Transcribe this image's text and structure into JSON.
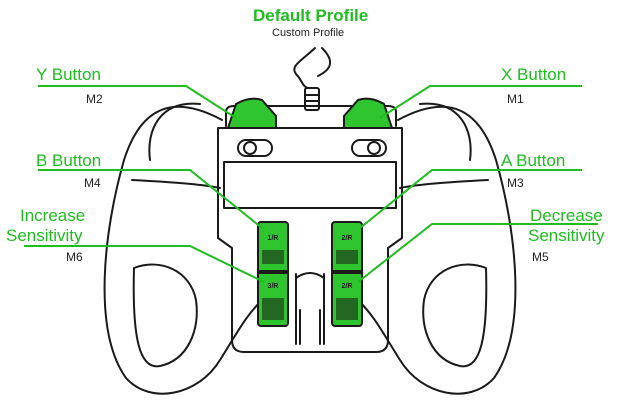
{
  "colors": {
    "accent": "#1fbd1f",
    "outline": "#1a1a1a",
    "text_dark": "#222222"
  },
  "header": {
    "title": "Default Profile",
    "subtitle": "Custom Profile"
  },
  "labels": {
    "y_button": {
      "name": "Y Button",
      "macro": "M2"
    },
    "x_button": {
      "name": "X Button",
      "macro": "M1"
    },
    "b_button": {
      "name": "B Button",
      "macro": "M4"
    },
    "a_button": {
      "name": "A Button",
      "macro": "M3"
    },
    "increase": {
      "line1": "Increase",
      "line2": "Sensitivity",
      "macro": "M6"
    },
    "decrease": {
      "line1": "Decrease",
      "line2": "Sensitivity",
      "macro": "M5"
    }
  },
  "paddles": {
    "top_left": "1/R",
    "top_right": "2/R",
    "bottom_left": "3/R",
    "bottom_right": "2/R"
  }
}
